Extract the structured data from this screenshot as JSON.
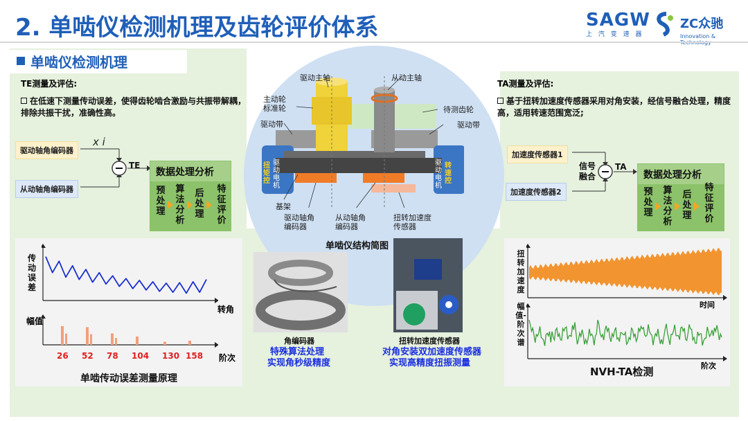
{
  "page": {
    "title": "2. 单啮仪检测机理及齿轮评价体系",
    "section_title": "单啮仪检测机理"
  },
  "logos": {
    "sagw_text": "SAGW",
    "sagw_sub": "上 汽 变 速 器",
    "zc_text": "ZC众驰",
    "zc_sub": "Innovation & Technology",
    "brand_blue": "#1f5fb8",
    "brand_green": "#8cc63f"
  },
  "te": {
    "heading": "TE测量及评估:",
    "bullet": "在低速下测量传动误差，使得齿轮啮合激励与共振带解耦，排除共振干扰，准确性高。",
    "input1": "驱动轴角编码器",
    "input2": "从动轴角编码器",
    "multiplier": "x i",
    "minus": "−",
    "output": "TE",
    "analysis_title": "数据处理分析",
    "steps": [
      "预处理",
      "算法分析",
      "后处理",
      "特征评价"
    ]
  },
  "te_chart": {
    "caption": "单啮传动误差测量原理",
    "upper_ylabel": "传动误差",
    "upper_xlabel": "转角",
    "lower_ylabel": "幅值",
    "lower_xlabel": "阶次",
    "order_ticks": [
      "26",
      "52",
      "78",
      "104",
      "130",
      "158"
    ]
  },
  "chart_data": [
    {
      "type": "line",
      "title": "",
      "ylabel": "传动误差",
      "xlabel": "转角",
      "x": [
        0,
        1,
        2,
        3,
        4,
        5,
        6,
        7,
        8,
        9,
        10,
        11,
        12,
        13,
        14,
        15,
        16,
        17,
        18,
        19,
        20,
        21,
        22,
        23,
        24
      ],
      "series": [
        {
          "values": [
            0.9,
            0.55,
            0.8,
            0.45,
            0.7,
            0.4,
            0.62,
            0.34,
            0.55,
            0.3,
            0.48,
            0.25,
            0.42,
            0.2,
            0.38,
            0.17,
            0.35,
            0.14,
            0.32,
            0.12,
            0.33,
            0.1,
            0.35,
            0.12,
            0.4
          ]
        }
      ]
    },
    {
      "type": "bar",
      "title": "",
      "ylabel": "幅值",
      "xlabel": "阶次",
      "categories": [
        "26",
        "52",
        "78",
        "104",
        "130",
        "158"
      ],
      "values": [
        0.9,
        0.85,
        0.55,
        0.4,
        0.15,
        0.2
      ]
    }
  ],
  "machine": {
    "caption": "单啮仪结构简图",
    "labels": {
      "drive_spindle": "驱动主轴",
      "driven_spindle": "从动主轴",
      "master_gear": "主动轮标准轮",
      "test_gear": "待测齿轮",
      "belt_left": "驱动带",
      "belt_right": "驱动带",
      "base": "基架",
      "drive_encoder": "驱动轴角编码器",
      "driven_encoder": "从动轴角编码器",
      "torsion_sensor": "扭转加速度传感器",
      "motor_left": "驱动电机",
      "ctrl_left": "扭矩控",
      "motor_right": "驱动电机",
      "ctrl_right": "转速控"
    }
  },
  "photos": {
    "encoder_label": "角编码器",
    "encoder_cap1": "特殊算法处理",
    "encoder_cap2": "实现角秒级精度",
    "sensor_label": "扭转加速度传感器",
    "sensor_cap1": "对角安装双加速度传感器",
    "sensor_cap2": "实现高精度扭振测量"
  },
  "ta": {
    "heading": "TA测量及评估:",
    "bullet": "基于扭转加速度传感器采用对角安装，经信号融合处理，精度高，适用转速范围宽泛;",
    "input1": "加速度传感器1",
    "input2": "加速度传感器2",
    "fusion": "信号融合",
    "output": "TA",
    "analysis_title": "数据处理分析",
    "steps": [
      "预处理",
      "算法分析",
      "后处理",
      "特征评价"
    ]
  },
  "ta_chart": {
    "caption": "NVH-TA检测",
    "upper_ylabel": "扭转加速度",
    "upper_xlabel": "时间",
    "lower_ylabel": "幅值-阶次谱",
    "lower_xlabel": "阶次",
    "upper_color": "#f28a1a",
    "lower_color": "#3aa03a"
  }
}
